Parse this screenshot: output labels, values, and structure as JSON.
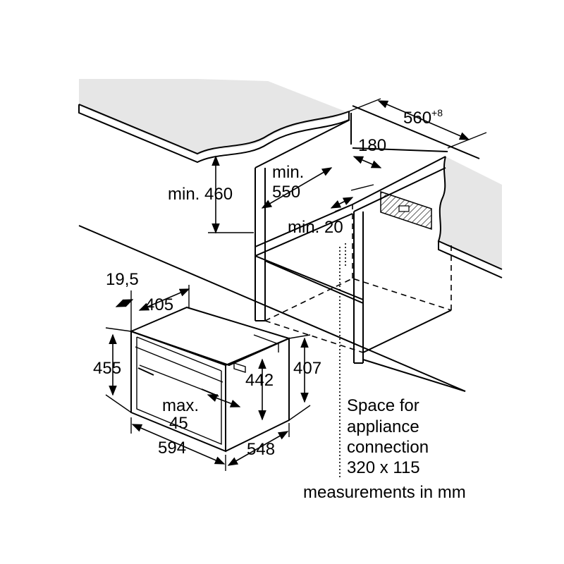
{
  "labels": {
    "width_niche": "560",
    "width_niche_tolerance": "+8",
    "depth_socket": "180",
    "height_min": "min. 460",
    "depth_min_line1": "min.",
    "depth_min_line2": "550",
    "gap_min": "min. 20",
    "front_offset": "19,5",
    "inner_width": "405",
    "height_overall": "455",
    "height_inner": "442",
    "height_body": "407",
    "handle_max_line1": "max.",
    "handle_max_line2": "45",
    "width_overall": "594",
    "depth_overall": "548"
  },
  "notes": {
    "space_line1": "Space for",
    "space_line2": "appliance",
    "space_line3": "connection",
    "space_line4": "320 x 115",
    "units": "measurements in mm"
  }
}
